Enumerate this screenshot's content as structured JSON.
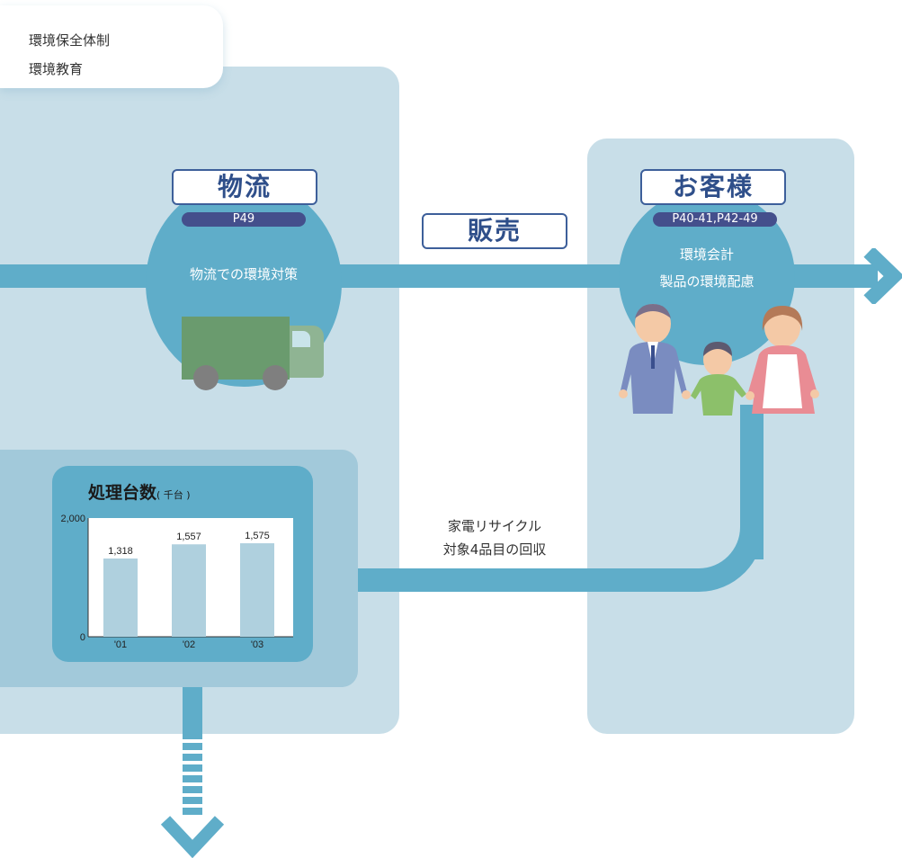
{
  "menu": {
    "items": [
      {
        "label": "環境保全体制"
      },
      {
        "label": "環境教育"
      }
    ]
  },
  "logistics": {
    "title": "物流",
    "page": "P49",
    "description": "物流での環境対策"
  },
  "sales": {
    "title": "販売"
  },
  "customer": {
    "title": "お客様",
    "page": "P40-41,P42-49",
    "line1": "環境会計",
    "line2": "製品の環境配慮"
  },
  "recycle": {
    "line1": "家電リサイクル",
    "line2": "対象4品目の回収"
  },
  "chart_title": {
    "main": "処理台数",
    "unit": "( 千台 )"
  },
  "chart_data": {
    "type": "bar",
    "categories": [
      "'01",
      "'02",
      "'03"
    ],
    "values": [
      1318,
      1557,
      1575
    ],
    "value_labels": [
      "1,318",
      "1,557",
      "1,575"
    ],
    "ylim": [
      0,
      2000
    ],
    "yticks": [
      "0",
      "2,000"
    ],
    "bar_color": "#afd0de"
  },
  "colors": {
    "panel": "#c8dee8",
    "flow": "#5fadc9",
    "title_border": "#3d5f9a",
    "badge": "#444f8c"
  }
}
